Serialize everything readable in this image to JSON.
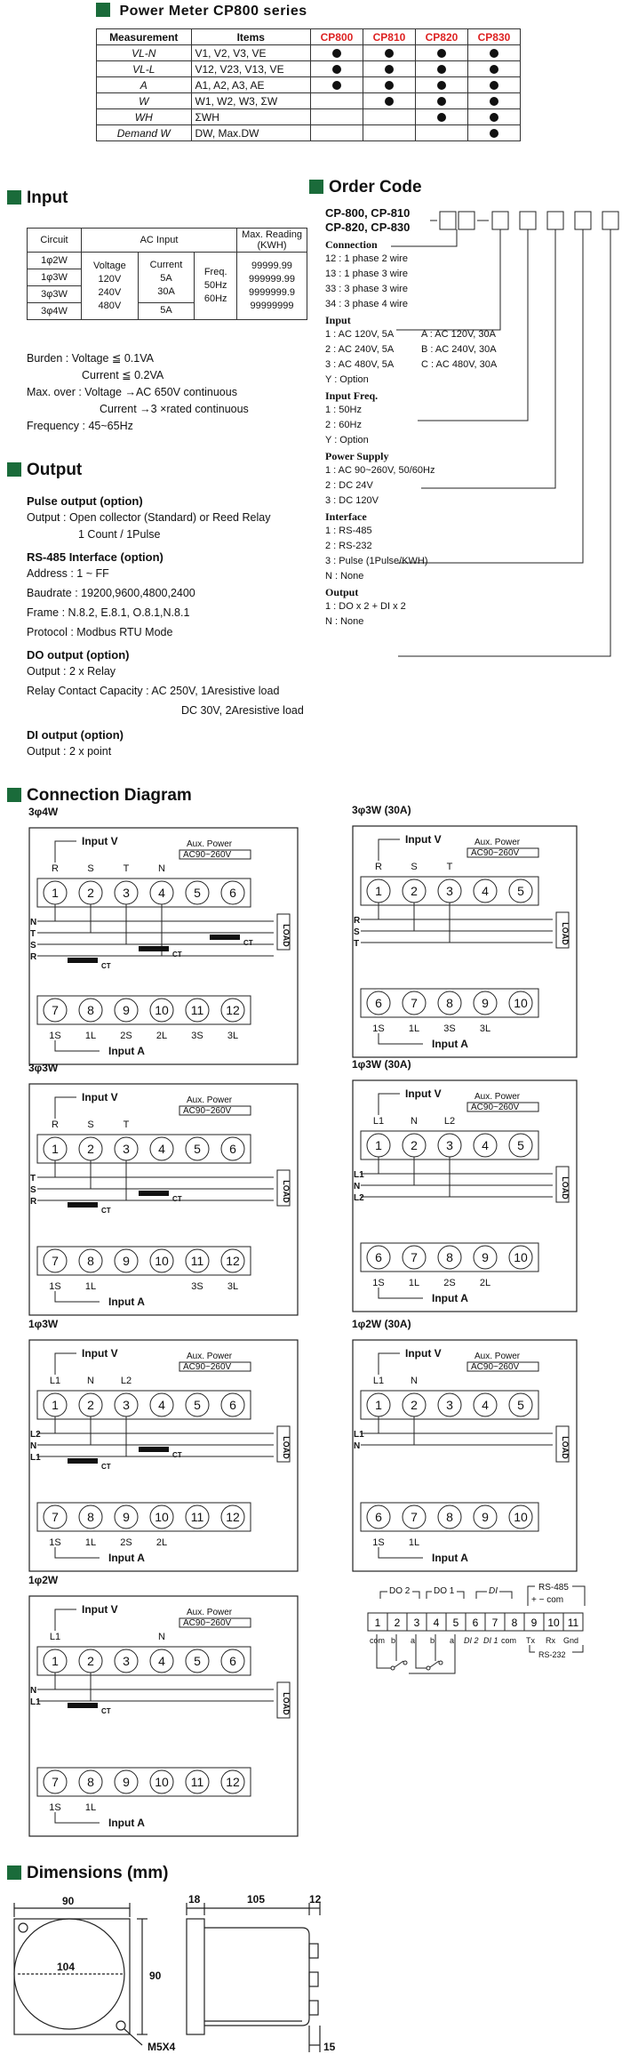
{
  "power_meter": {
    "title": "Power Meter CP800 series",
    "headers": [
      "Measurement",
      "Items",
      "CP800",
      "CP810",
      "CP820",
      "CP830"
    ],
    "rows": [
      {
        "m": "VL-N",
        "items": "V1, V2, V3, VE",
        "dots": [
          1,
          1,
          1,
          1
        ]
      },
      {
        "m": "VL-L",
        "items": "V12, V23, V13, VE",
        "dots": [
          1,
          1,
          1,
          1
        ]
      },
      {
        "m": "A",
        "items": "A1, A2, A3, AE",
        "dots": [
          1,
          1,
          1,
          1
        ]
      },
      {
        "m": "W",
        "items": "W1, W2, W3, ΣW",
        "dots": [
          0,
          1,
          1,
          1
        ]
      },
      {
        "m": "WH",
        "items": "ΣWH",
        "dots": [
          0,
          0,
          1,
          1
        ]
      },
      {
        "m": "Demand W",
        "items": "DW, Max.DW",
        "dots": [
          0,
          0,
          0,
          1
        ]
      }
    ]
  },
  "input": {
    "title": "Input",
    "table": {
      "circuit_label": "Circuit",
      "ac_label": "AC Input",
      "max_label": "Max. Reading (KWH)",
      "circuits": [
        "1φ2W",
        "1φ3W",
        "3φ3W",
        "3φ4W"
      ],
      "voltage": "Voltage\n120V\n240V\n480V",
      "current": "Current\n5A\n30A",
      "current_bottom": "5A",
      "freq": "Freq.\n50Hz\n60Hz",
      "readings": "99999.99\n999999.99\n9999999.9\n99999999"
    },
    "burden": "Burden : Voltage ≦ 0.1VA",
    "burden2": "Current ≦ 0.2VA",
    "maxover": "Max. over : Voltage →AC 650V continuous",
    "maxover2": "Current →3 ×rated continuous",
    "frequency": "Frequency : 45~65Hz"
  },
  "output": {
    "title": "Output",
    "pulse_title": "Pulse output (option)",
    "pulse1": "Output : Open collector (Standard) or Reed Relay",
    "pulse2": "1 Count / 1Pulse",
    "rs_title": "RS-485 Interface (option)",
    "rs1": "Address : 1 ~ FF",
    "rs2": "Baudrate : 19200,9600,4800,2400",
    "rs3": "Frame : N.8.2, E.8.1, O.8.1,N.8.1",
    "rs4": "Protocol : Modbus RTU Mode",
    "do_title": "DO output (option)",
    "do1": "Output : 2 x Relay",
    "do2": "Relay Contact Capacity : AC 250V, 1Aresistive load",
    "do3": "DC 30V, 2Aresistive load",
    "di_title": "DI output (option)",
    "di1": "Output : 2 x point"
  },
  "order": {
    "title": "Order Code",
    "models1": "CP-800, CP-810",
    "models2": "CP-820, CP-830",
    "connection": {
      "head": "Connection",
      "lines": [
        "12 : 1 phase 2 wire",
        "13 : 1 phase 3 wire",
        "33 : 3 phase 3 wire",
        "34 : 3 phase 4 wire"
      ]
    },
    "input": {
      "head": "Input",
      "lines": [
        "1 : AC 120V, 5A",
        "2 : AC 240V, 5A",
        "3 : AC 480V, 5A",
        "Y : Option"
      ],
      "lines_b": [
        "A : AC 120V, 30A",
        "B : AC 240V, 30A",
        "C : AC 480V, 30A"
      ]
    },
    "freq": {
      "head": "Input Freq.",
      "lines": [
        "1 : 50Hz",
        "2 : 60Hz",
        "Y : Option"
      ]
    },
    "supply": {
      "head": "Power Supply",
      "lines": [
        "1 : AC 90~260V, 50/60Hz",
        "2 : DC 24V",
        "3 : DC 120V"
      ]
    },
    "interface": {
      "head": "Interface",
      "lines": [
        "1 : RS-485",
        "2 : RS-232",
        "3 : Pulse (1Pulse/KWH)",
        "N : None"
      ]
    },
    "output": {
      "head": "Output",
      "lines": [
        "1 : DO x 2 + DI x 2",
        "N : None"
      ]
    }
  },
  "connection": {
    "title": "Connection Diagram",
    "d1": "3φ4W",
    "d2": "3φ3W (30A)",
    "d3": "3φ3W",
    "d4": "1φ3W (30A)",
    "d5": "1φ3W",
    "d6": "1φ2W (30A)",
    "d7": "1φ2W",
    "input_v": "Input V",
    "input_a": "Input A",
    "aux1": "Aux. Power",
    "aux2": "AC90~260V",
    "load": "LOAD",
    "ct": "CT"
  },
  "dimensions": {
    "title": "Dimensions (mm)",
    "w": "90",
    "inner": "104",
    "h": "90",
    "screw": "M5X4",
    "d1": "18",
    "d2": "105",
    "d3": "12",
    "d4": "15"
  }
}
